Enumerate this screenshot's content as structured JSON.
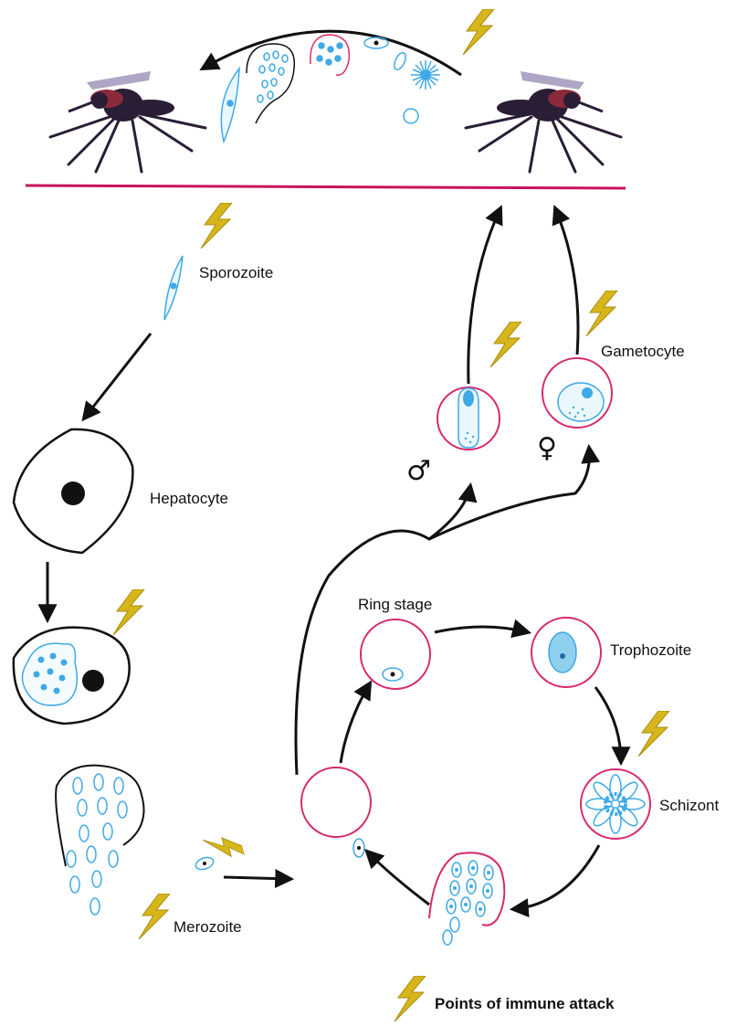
{
  "colors": {
    "cell_border": "#d62a6e",
    "parasite": "#3fa9e6",
    "parasite_fill": "#bfe6f7",
    "arrow": "#111111",
    "ground_line": "#c8145a",
    "lightning": "#d6b61a",
    "mosquito": "#2a1d36"
  },
  "labels": {
    "sporozoite": "Sporozoite",
    "hepatocyte": "Hepatocyte",
    "merozoite": "Merozoite",
    "ring_stage": "Ring stage",
    "trophozoite": "Trophozoite",
    "schizont": "Schizont",
    "gametocyte": "Gametocyte",
    "male_symbol": "♂",
    "female_symbol": "♀",
    "legend": "Points of immune attack"
  },
  "icons": {
    "immune_attack": "lightning-bolt-icon",
    "vector": "mosquito-icon"
  }
}
